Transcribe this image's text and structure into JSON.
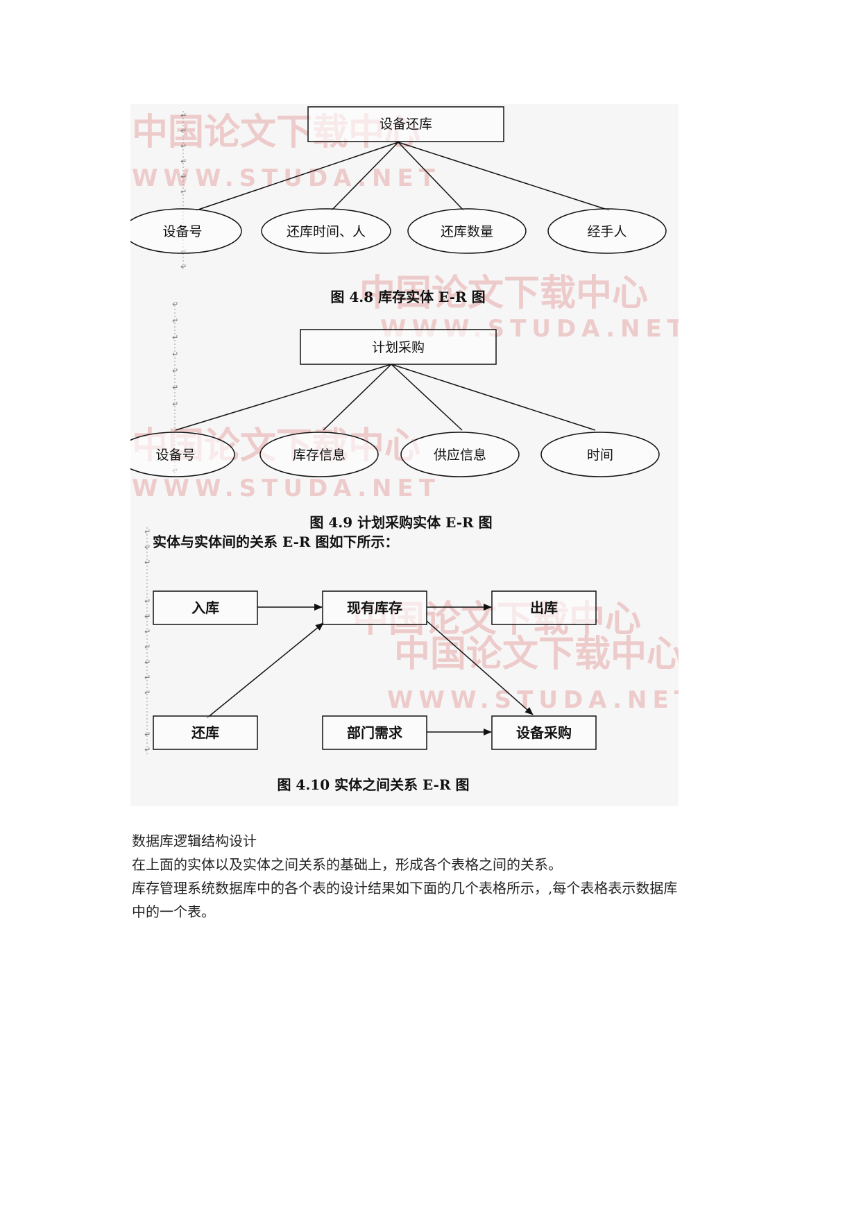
{
  "diagram1": {
    "root": "设备还库",
    "attributes": [
      "设备号",
      "还库时间、人",
      "还库数量",
      "经手人"
    ],
    "caption": "图 4.8 库存实体 E-R 图"
  },
  "diagram2": {
    "root": "计划采购",
    "attributes": [
      "设备号",
      "库存信息",
      "供应信息",
      "时间"
    ],
    "caption": "图 4.9 计划采购实体 E-R 图"
  },
  "relations_heading": "实体与实体间的关系 E-R 图如下所示：",
  "diagram3": {
    "nodes": {
      "in": "入库",
      "stock": "现有库存",
      "out": "出库",
      "return": "还库",
      "dept": "部门需求",
      "purchase": "设备采购"
    },
    "caption": "图 4.10 实体之间关系 E-R 图"
  },
  "watermark": {
    "cn": "中国论文下载中心",
    "en": "WWW.STUDA.NET"
  },
  "paragraph_mark": "↵",
  "text": {
    "heading": "数据库逻辑结构设计",
    "line1": "在上面的实体以及实体之间关系的基础上，形成各个表格之间的关系。",
    "line2": "库存管理系统数据库中的各个表的设计结果如下面的几个表格所示，,每个表格表示数据库",
    "line3": "中的一个表。"
  }
}
